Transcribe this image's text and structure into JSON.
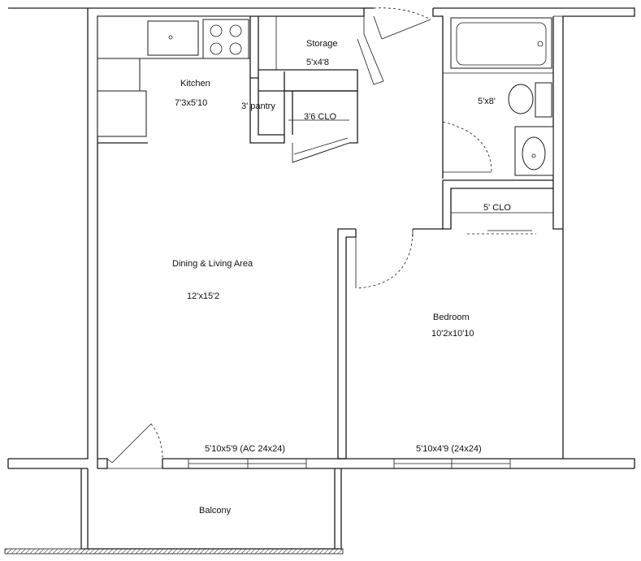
{
  "rooms": {
    "kitchen": {
      "name": "Kitchen",
      "size": "7'3x5'10"
    },
    "storage": {
      "name": "Storage",
      "size": "5'x4'8"
    },
    "pantry": {
      "name": "3' pantry"
    },
    "closet_small": {
      "name": "3'6 CLO"
    },
    "bath": {
      "size": "5'x8'"
    },
    "closet_bed": {
      "name": "5' CLO"
    },
    "living": {
      "name": "Dining & Living Area",
      "size": "12'x15'2"
    },
    "bedroom": {
      "name": "Bedroom",
      "size": "10'2x10'10"
    },
    "window_living": {
      "label": "5'10x5'9 (AC 24x24)"
    },
    "window_bed": {
      "label": "5'10x4'9 (24x24)"
    },
    "balcony": {
      "name": "Balcony"
    }
  },
  "colors": {
    "line": "#1a1a1a",
    "background": "#ffffff"
  }
}
